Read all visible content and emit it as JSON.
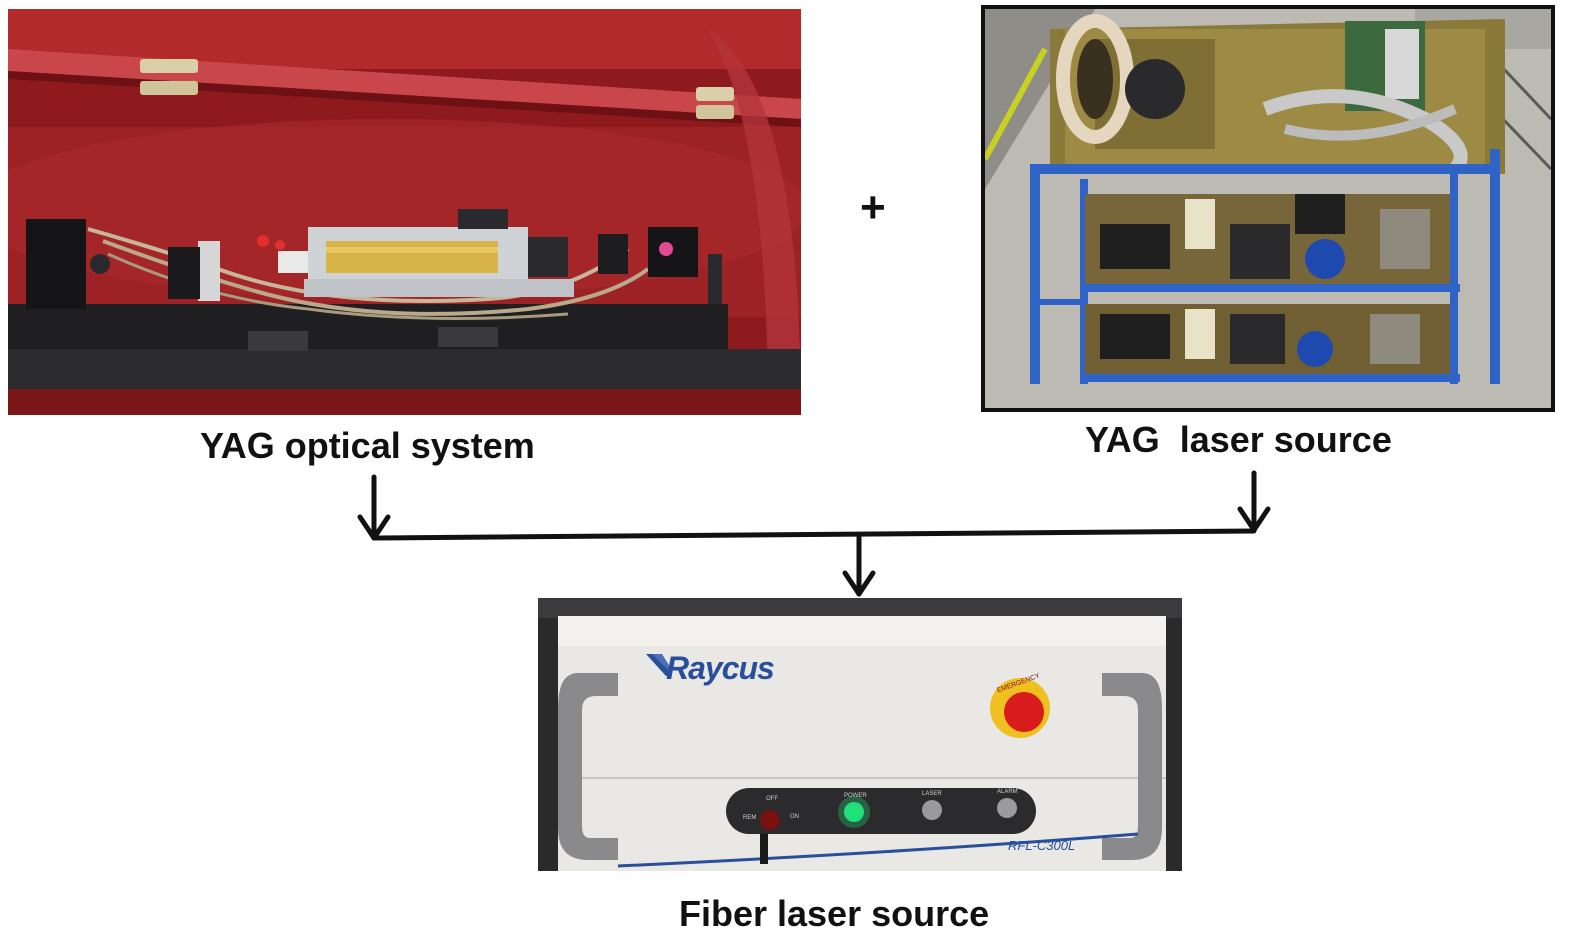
{
  "labels": {
    "yag_optical": "YAG optical system",
    "yag_source": "YAG  laser source",
    "fiber_source": "Fiber laser source",
    "plus": "+"
  },
  "fiber_unit": {
    "brand": "Raycus",
    "model": "RFL-C300L",
    "emergency": "EMERGENCY",
    "panel": {
      "off": "OFF",
      "rem": "REM",
      "on": "ON",
      "power": "POWER",
      "laser": "LASER",
      "alarm": "ALARM"
    }
  },
  "colors": {
    "enclosure_red": "#9c1e22",
    "rack_blue": "#2f63c8",
    "power_led": "#22e07a",
    "estop_red": "#d81b1b",
    "brand_blue": "#2a4f9a"
  }
}
